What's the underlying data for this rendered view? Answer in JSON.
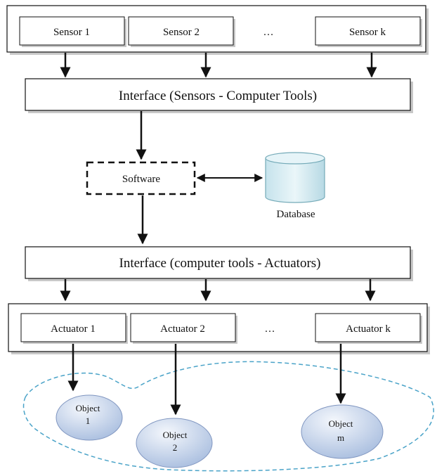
{
  "sensors": {
    "s1": "Sensor 1",
    "s2": "Sensor 2",
    "ellipsis": "…",
    "sk": "Sensor k"
  },
  "interface_top": "Interface (Sensors - Computer Tools)",
  "software": "Software",
  "database": "Database",
  "interface_bottom": "Interface (computer tools - Actuators)",
  "actuators": {
    "a1": "Actuator 1",
    "a2": "Actuator 2",
    "ellipsis": "…",
    "ak": "Actuator k"
  },
  "objects": {
    "o1": {
      "line1": "Object",
      "line2": "1"
    },
    "o2": {
      "line1": "Object",
      "line2": "2"
    },
    "om": {
      "line1": "Object",
      "line2": "m"
    }
  },
  "colors": {
    "line": "#111111",
    "shadow": "#bfbfbf",
    "object_fill_light": "#eef3fb",
    "object_fill_dark": "#a9bedf",
    "object_stroke": "#8096c0",
    "db_fill": "#d9eef4",
    "db_stroke": "#74aab8",
    "cloud_stroke": "#4aa3c8"
  }
}
